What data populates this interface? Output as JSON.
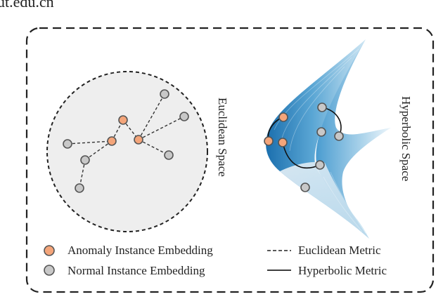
{
  "header_fragment": "ut.edu.cn",
  "euclidean_label": "Euclidean Space",
  "hyperbolic_label": "Hyperbolic Space",
  "legend": {
    "anomaly": "Anomaly Instance Embedding",
    "normal": "Normal Instance Embedding",
    "euclidean_metric": "Euclidean Metric",
    "hyperbolic_metric": "Hyperbolic Metric"
  },
  "colors": {
    "anomaly_fill": "#f4a57a",
    "normal_fill": "#c8c8c8",
    "node_stroke": "#555555",
    "ball_fill": "#eeeeee",
    "surface_dark": "#1b6fae",
    "surface_light": "#cfe6f4"
  }
}
